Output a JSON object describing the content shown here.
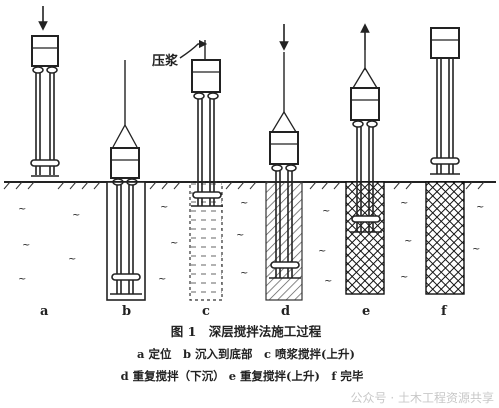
{
  "annotation": {
    "pressure_grout": "压浆"
  },
  "stages": [
    {
      "letter": "a"
    },
    {
      "letter": "b"
    },
    {
      "letter": "c"
    },
    {
      "letter": "d"
    },
    {
      "letter": "e"
    },
    {
      "letter": "f"
    }
  ],
  "caption": {
    "title": "图 1　深层搅拌法施工过程",
    "line1": "a 定位　b 沉入到底部　c 喷浆搅拌(上升)",
    "line2": "d 重复搅拌（下沉） e 重复搅拌(上升)　f 完毕"
  },
  "watermark": "公众号 · 土木工程资源共享"
}
